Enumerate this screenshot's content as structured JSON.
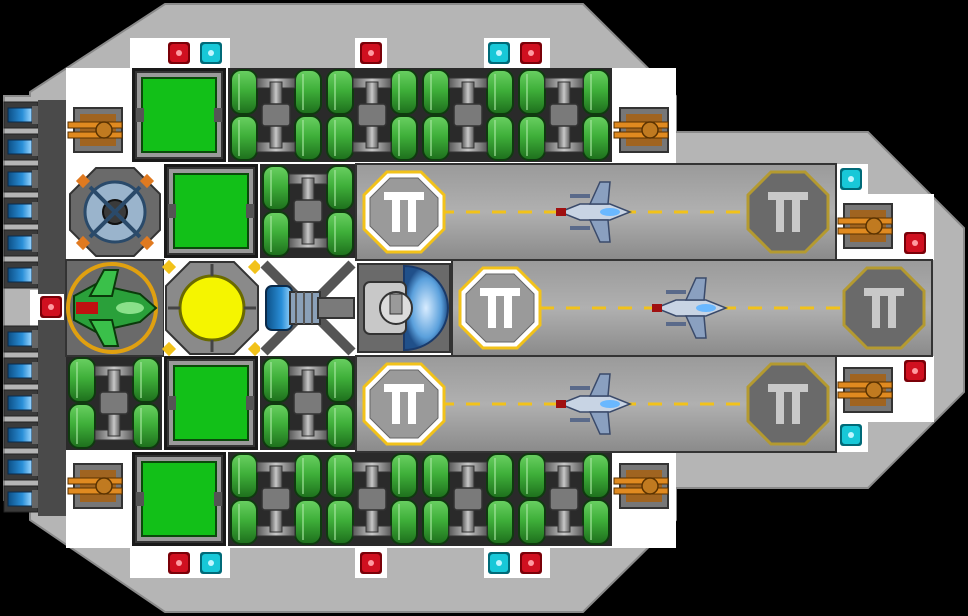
{
  "ship": {
    "hull_color": "#b5b5b5",
    "deck_color": "#ffffff",
    "tank_color": "#3fb03a",
    "pipe_color": "#8a8a8a",
    "hangar_color": "#8f8f8f",
    "pad_color": "#f2c21a",
    "room_green": "#12c018",
    "reactor_yellow": "#f5f500",
    "red_light": "#d01020",
    "cyan_light": "#18c8d8",
    "engine_blue": "#2a8fd8"
  },
  "hangars": [
    {
      "id": "top",
      "pads": [
        "launch",
        "land"
      ]
    },
    {
      "id": "middle",
      "pads": [
        "launch",
        "land"
      ]
    },
    {
      "id": "bottom",
      "pads": [
        "launch",
        "land"
      ]
    }
  ],
  "icons": [
    "turret-icon",
    "fighter-icon",
    "landing-pad-icon",
    "reactor-icon",
    "shield-generator-icon",
    "engine-icon",
    "status-light-icon",
    "fuel-tank-icon",
    "radar-dome-icon",
    "drone-bay-icon",
    "cannon-icon"
  ]
}
